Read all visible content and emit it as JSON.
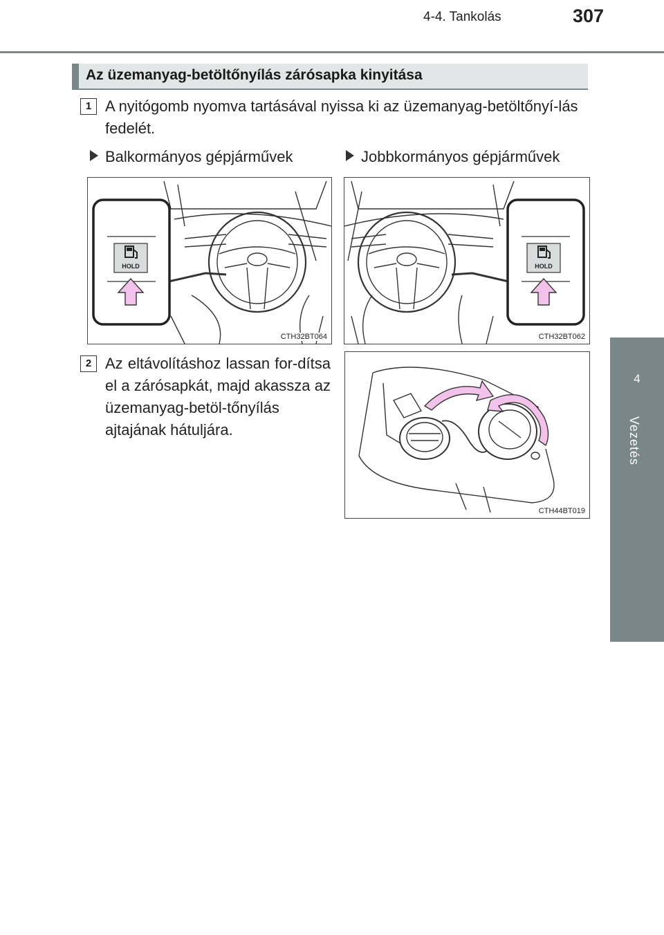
{
  "header": {
    "section": "4-4. Tankolás",
    "page_number": "307"
  },
  "side_tab": {
    "chapter_number": "4",
    "chapter_label": "Vezetés"
  },
  "heading": "Az üzemanyag-betöltőnyílás zárósapka kinyitása",
  "step1": {
    "number": "1",
    "text": "A nyitógomb nyomva tartásával nyissa ki az üzemanyag-betöltőnyí-lás fedelét."
  },
  "subheads": {
    "left": "Balkormányos gépjárművek",
    "right": "Jobbkormányos gépjárművek"
  },
  "figures": {
    "lhd": {
      "code": "CTH32BT064",
      "button_label": "HOLD"
    },
    "rhd": {
      "code": "CTH32BT062",
      "button_label": "HOLD"
    },
    "cap": {
      "code": "CTH44BT019"
    }
  },
  "step2": {
    "number": "2",
    "text": "Az eltávolításhoz lassan for-dítsa el a zárósapkát, majd akassza az üzemanyag-betöl-tőnyílás ajtajának hátuljára."
  },
  "colors": {
    "tab_gray": "#7a8788",
    "heading_bg": "#e3e6e6",
    "arrow_pink": "#f3c2ea",
    "arrow_outline": "#333333"
  },
  "icons": [
    "fuel-pump-icon",
    "up-arrow-icon",
    "rotate-arrow-icon",
    "triangle-bullet-icon"
  ]
}
